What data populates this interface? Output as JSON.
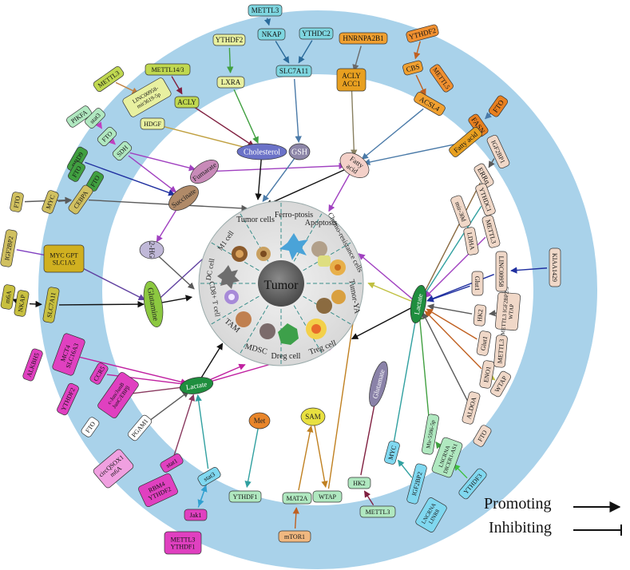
{
  "center": {
    "label": "Tumor"
  },
  "cells": {
    "tumor": "Tumor cells",
    "ferroptosis": "Ferro-ptosis",
    "apoptosis": "Apoptosis",
    "chemo": "Chemo-resistance cells",
    "tumor_ya": "Tumor-YA",
    "treg": "Treg cell",
    "dreg": "Dreg cell",
    "mdsc": "MDSC",
    "tam": "TAM",
    "cd8": "CD8+ T cell",
    "dc": "DC cell",
    "m1": "M1 cell"
  },
  "metabolites": {
    "cholesterol": "Cholesterol",
    "gsh": "GSH",
    "fatty_acid_mid": "Fatty acid",
    "succinate": "Succinate",
    "fumarate": "Fumarate",
    "two_hg": "2-HG",
    "glutamine": "Glutamine",
    "lactate_left": "Lactate",
    "lactate_right": "Lactate",
    "met": "Met",
    "sam": "SAM",
    "glutamate": "Glutamate"
  },
  "ring_nodes": {
    "mettl3_top": "METTL3",
    "nkap_top": "NKAP",
    "ythdc2": "YTHDC2",
    "slc7a11_top": "SLC7A11",
    "hnrnpa2b1": "HNRNPA2B1",
    "acly_acc1": "ACLY ACC1",
    "ythdf2_top": "YTHDF2",
    "cbs": "CBS",
    "mettl5": "METTL5",
    "acsl4": "ACSL4",
    "fto_tr": "FTO",
    "fasn": "FASN",
    "fatty_acid_ring": "Fatty acid",
    "igf2bp1": "IGF2BP1",
    "erra": "ERRα",
    "ythdf2_lxra": "YTHDF2",
    "lxra": "LXRA",
    "mettl14_3": "METTL14/3",
    "acly": "ACLY",
    "mettl3_l": "METTL3",
    "linc": "LINC00958- mir3619-5p",
    "hdgf": "HDGF",
    "pikfa": "PIKFA",
    "stat3_l": "stat3",
    "fto_l": "FTO",
    "sdh": "SDH",
    "brd9": "BRD9",
    "fto_l2": "FTO",
    "fto_l3": "FTO",
    "myc_l": "MYC",
    "cebpa": "CEBPA",
    "igf2bp2_l": "IGF2BP2",
    "myc_gpt": "MYC GPT SLC1A5",
    "m6a": "m6A",
    "nkap_l": "NKAP",
    "slc7a11_l": "SLC7A11",
    "alkbh5": "ALKBH5",
    "mct4": "MCT4 SLC16A3",
    "ythdf2_l": "YTHDF2",
    "ccr5": "CCR5",
    "cjun": "c-Jun/JunB JunC/EBPβ",
    "fto_bl": "FTO",
    "pgam1": "PGAM1",
    "circ": "circQSOX1 m6A",
    "stat1": "stat1",
    "rbm4": "RBM4 YTHDF2",
    "stat3_b": "stat3",
    "jak1": "Jak1",
    "mettl3_ythdf1": "METTL3 YTHDF1",
    "ythdf1_b": "YTHDF1",
    "mat2a": "MAT2A",
    "mtor1": "mTOR1",
    "wtap_b": "WTAP",
    "hk2_b": "HK2",
    "mettl3_b": "METTL3",
    "myc_b": "MYC",
    "igf2bp2_b": "IGF2BP2",
    "lncrna_linr8": "LNCRNA LINR8",
    "mir5586": "Mir-5586-5p",
    "lncrna_dicer": "LNCRNA DICER1-AS1",
    "ythdf3": "YTHDF3",
    "aldoa": "ALDOA",
    "fto_br": "FTO",
    "eno1": "ENO1",
    "wtap_r": "WTAP",
    "glut1_b": "Glut1",
    "mettl3_r": "METTL3",
    "hk2_r": "HK2",
    "mettl3_igf": "METTL3 IGF2BP2/3 WTAP",
    "glut1_r": "Glut1",
    "linc00958": "LINC00958",
    "kiaa1429": "KIAA1429",
    "ldha": "LDHA",
    "mettl3_rt": "METTL3",
    "mir30d": "mir-30d",
    "ythdc1": "YTHDC1"
  },
  "legend": {
    "promoting": "Promoting",
    "inhibiting": "Inhibiting"
  },
  "colors": {
    "outer_ring": "#a9d2ea",
    "inner_disk": "#ffffff",
    "center_disc": "#5e5e5e",
    "tme_disk": "#e2e2e2"
  }
}
